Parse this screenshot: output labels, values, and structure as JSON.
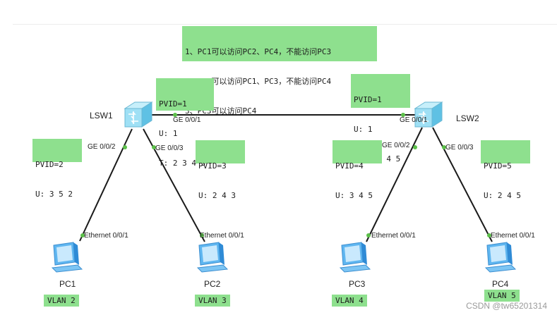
{
  "requirements": [
    "1、PC1可以访问PC2、PC4，不能访问PC3",
    "2、PC2可以访问PC1、PC3，不能访问PC4",
    "3、PC3可以访问PC4"
  ],
  "devices": {
    "lsw1": {
      "name": "LSW1"
    },
    "lsw2": {
      "name": "LSW2"
    },
    "pc1": {
      "name": "PC1",
      "vlan": "VLAN 2"
    },
    "pc2": {
      "name": "PC2",
      "vlan": "VLAN 3"
    },
    "pc3": {
      "name": "PC3",
      "vlan": "VLAN 4"
    },
    "pc4": {
      "name": "PC4",
      "vlan": "VLAN 5"
    }
  },
  "ports": {
    "lsw1_ge001": "GE 0/0/1",
    "lsw1_ge002": "GE 0/0/2",
    "lsw1_ge003": "GE 0/0/3",
    "lsw2_ge001": "GE 0/0/1",
    "lsw2_ge002": "GE 0/0/2",
    "lsw2_ge003": "GE 0/0/3",
    "pc1_eth": "Ethernet 0/0/1",
    "pc2_eth": "Ethernet 0/0/1",
    "pc3_eth": "Ethernet 0/0/1",
    "pc4_eth": "Ethernet 0/0/1"
  },
  "port_configs": {
    "lsw1_ge001": [
      "PVID=1",
      "U: 1",
      "T: 2 3 4 5"
    ],
    "lsw1_ge002": [
      "PVID=2",
      "U: 3 5 2"
    ],
    "lsw1_ge003": [
      "PVID=3",
      "U: 2 4 3"
    ],
    "lsw2_ge001": [
      "PVID=1",
      "U: 1",
      "T: 2 3 4 5"
    ],
    "lsw2_ge002": [
      "PVID=4",
      "U: 3 4 5"
    ],
    "lsw2_ge003": [
      "PVID=5",
      "U: 2 4 5"
    ]
  },
  "watermark": "CSDN @tw65201314",
  "colors": {
    "note_bg": "#8ee08e",
    "link": "#1a1a1a",
    "port_dot": "#5cc04a",
    "switch_blue": "#7fd3ee",
    "pc_blue": "#5fb6f0"
  }
}
